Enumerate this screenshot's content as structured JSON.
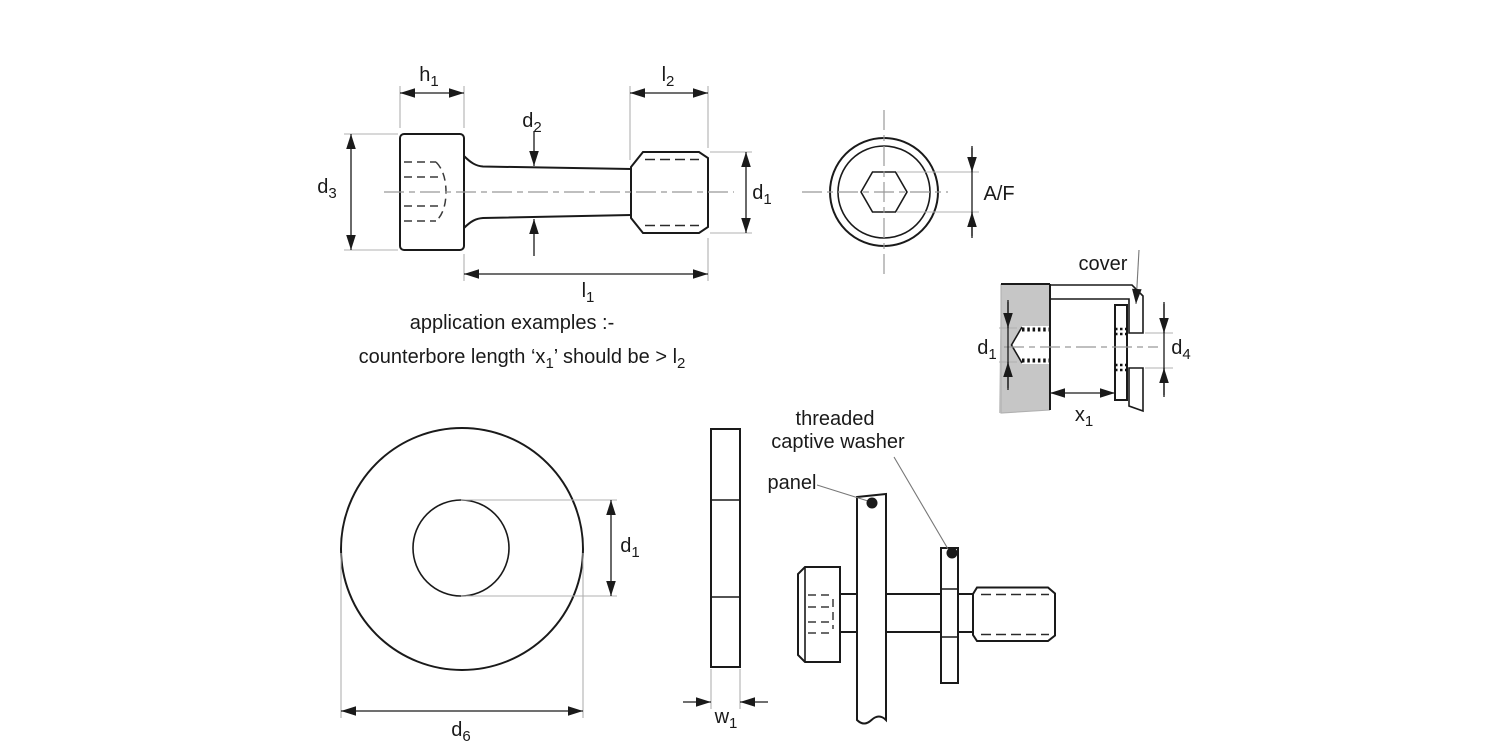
{
  "colors": {
    "line": "#1a1a1a",
    "thin": "#b0b0b0",
    "center": "#999999",
    "gray_fill": "#c6c6c6",
    "background": "#ffffff"
  },
  "notes": {
    "application": "application examples :-",
    "counterbore": {
      "part1": "counterbore length ‘x",
      "sub1": "1",
      "part2": "’ should be  > l",
      "sub2": "2"
    }
  },
  "callouts": {
    "cover": "cover",
    "threaded_washer_line1": "threaded",
    "threaded_washer_line2": "captive washer",
    "panel": "panel"
  },
  "dims": {
    "h1": {
      "base": "h",
      "sub": "1"
    },
    "l2": {
      "base": "l",
      "sub": "2"
    },
    "d2": {
      "base": "d",
      "sub": "2"
    },
    "d3": {
      "base": "d",
      "sub": "3"
    },
    "d1": {
      "base": "d",
      "sub": "1"
    },
    "l1": {
      "base": "l",
      "sub": "1"
    },
    "af": {
      "base": "A/F",
      "sub": ""
    },
    "x1": {
      "base": "x",
      "sub": "1"
    },
    "d4": {
      "base": "d",
      "sub": "4"
    },
    "d6": {
      "base": "d",
      "sub": "6"
    },
    "w1": {
      "base": "w",
      "sub": "1"
    }
  }
}
